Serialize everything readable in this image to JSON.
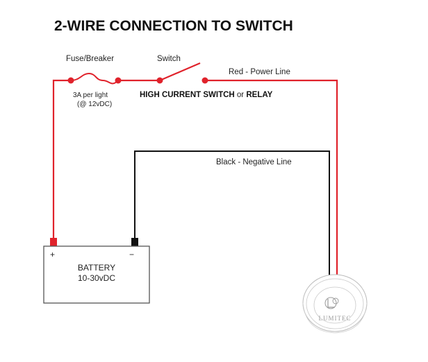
{
  "title": "2-WIRE CONNECTION TO SWITCH",
  "labels": {
    "fuse_breaker": "Fuse/Breaker",
    "fuse_rating_line1": "3A per light",
    "fuse_rating_line2": "(@ 12vDC)",
    "switch": "Switch",
    "switch_type_bold1": "HIGH CURRENT SWITCH",
    "switch_type_or": " or ",
    "switch_type_bold2": "RELAY",
    "red_line": "Red - Power Line",
    "black_line": "Black - Negative Line"
  },
  "battery": {
    "line1": "BATTERY",
    "line2": "10-30vDC",
    "plus": "+",
    "minus": "−"
  },
  "light": {
    "brand": "LUMITEC"
  },
  "colors": {
    "red_wire": "#e0222b",
    "black_wire": "#111111",
    "battery_outline": "#555555",
    "light_outline": "#bbbbbb"
  }
}
